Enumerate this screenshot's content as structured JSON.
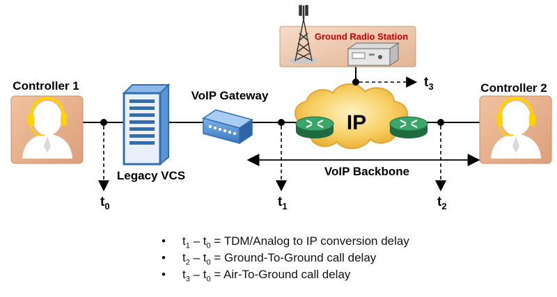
{
  "labels": {
    "controller1": "Controller 1",
    "controller2": "Controller 2",
    "legacy_vcs": "Legacy VCS",
    "voip_gateway": "VoIP Gateway",
    "ground_radio_station": "Ground Radio Station",
    "ip": "IP",
    "voip_backbone": "VoIP Backbone"
  },
  "time_points": {
    "t0": {
      "base": "t",
      "sub": "0"
    },
    "t1": {
      "base": "t",
      "sub": "1"
    },
    "t2": {
      "base": "t",
      "sub": "2"
    },
    "t3": {
      "base": "t",
      "sub": "3"
    }
  },
  "legend": {
    "bullet": "•",
    "items": [
      {
        "a": "t",
        "a_sub": "1",
        "op": " – ",
        "b": "t",
        "b_sub": "0",
        "text": " = TDM/Analog to IP conversion delay"
      },
      {
        "a": "t",
        "a_sub": "2",
        "op": " – ",
        "b": "t",
        "b_sub": "0",
        "text": " = Ground-To-Ground call delay"
      },
      {
        "a": "t",
        "a_sub": "3",
        "op": " – ",
        "b": "t",
        "b_sub": "0",
        "text": " = Air-To-Ground call delay"
      }
    ]
  },
  "colors": {
    "ground_station_label": "#c00000",
    "controller_bg": "#e8b08a",
    "headset": "#ffd200",
    "server": "#2e6fb4",
    "router": "#2e8b57",
    "cloud": "#f5c24a"
  }
}
